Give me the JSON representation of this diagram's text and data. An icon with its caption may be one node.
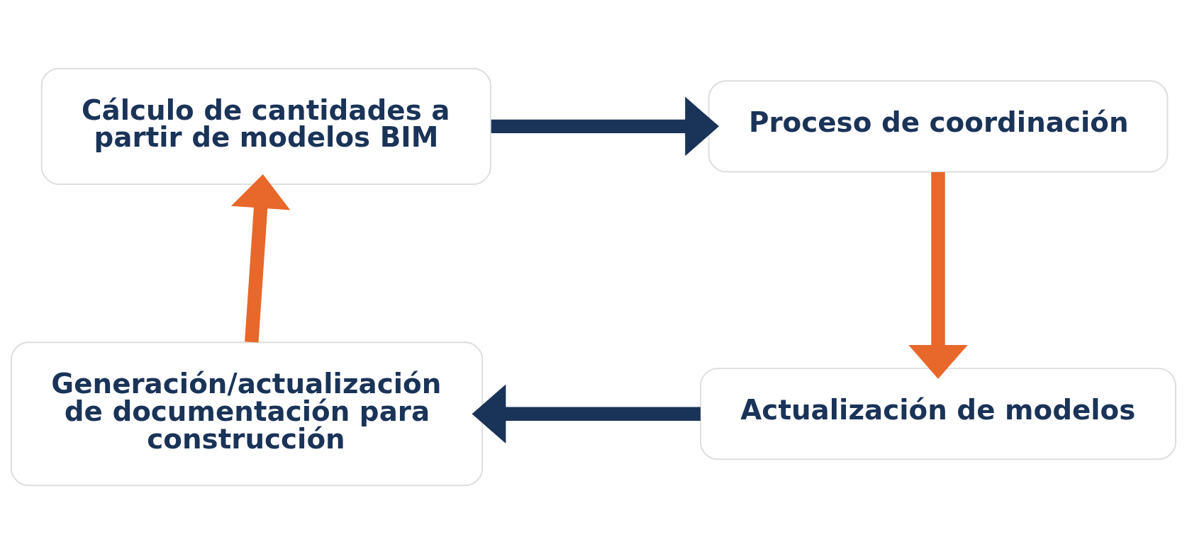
{
  "diagram": {
    "nodes": [
      {
        "text": [
          "Cálculo de cantidades a partir de modelos BIM"
        ]
      },
      {
        "text": [
          "Proceso de coordinación"
        ]
      },
      {
        "text": [
          "Actualización de modelos"
        ]
      },
      {
        "text": [
          "Generación/actualización de documentación para construcción"
        ]
      }
    ],
    "edges": [
      {
        "from": 0,
        "to": 1,
        "arrow": "to",
        "color": "#1a3358"
      },
      {
        "from": 1,
        "to": 2,
        "arrow": "to",
        "color": "#e8672a"
      },
      {
        "from": 2,
        "to": 3,
        "arrow": "to",
        "color": "#1a3358"
      },
      {
        "from": 3,
        "to": 0,
        "arrow": "to",
        "color": "#e8672a"
      }
    ]
  }
}
